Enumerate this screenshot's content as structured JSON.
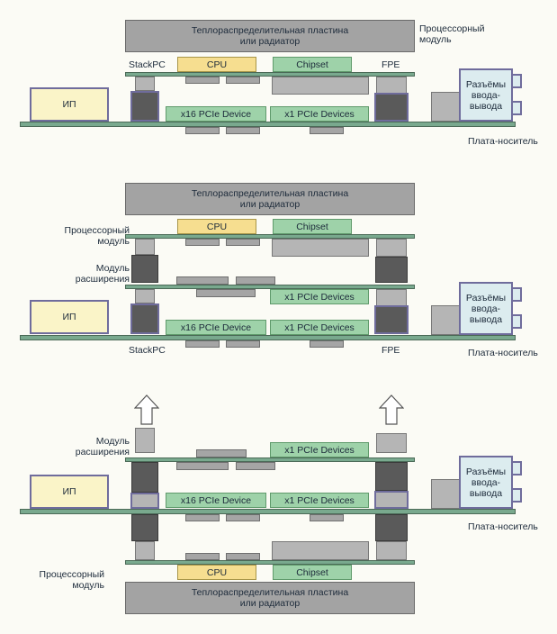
{
  "labels": {
    "heatsink": "Теплораспределительная пластина\nили радиатор",
    "cpu": "CPU",
    "chipset": "Chipset",
    "cpu_module": "Процессорный\nмодуль",
    "stackpc": "StackPC",
    "fpe": "FPE",
    "ip": "ИП",
    "io": "Разъёмы\nввода-\nвывода",
    "x16": "x16 PCIe Device",
    "x1_plural": "x1 PCIe Devices",
    "carrier": "Плата-носитель",
    "expansion": "Модуль\nрасширения"
  },
  "colors": {
    "board": "#79a98e",
    "cpu": "#f6de90",
    "chipset": "#9ed2a9",
    "heatsink": "#a3a3a3",
    "ip": "#faf4c8",
    "io": "#dcecef",
    "outline": "#6f6c9c"
  }
}
